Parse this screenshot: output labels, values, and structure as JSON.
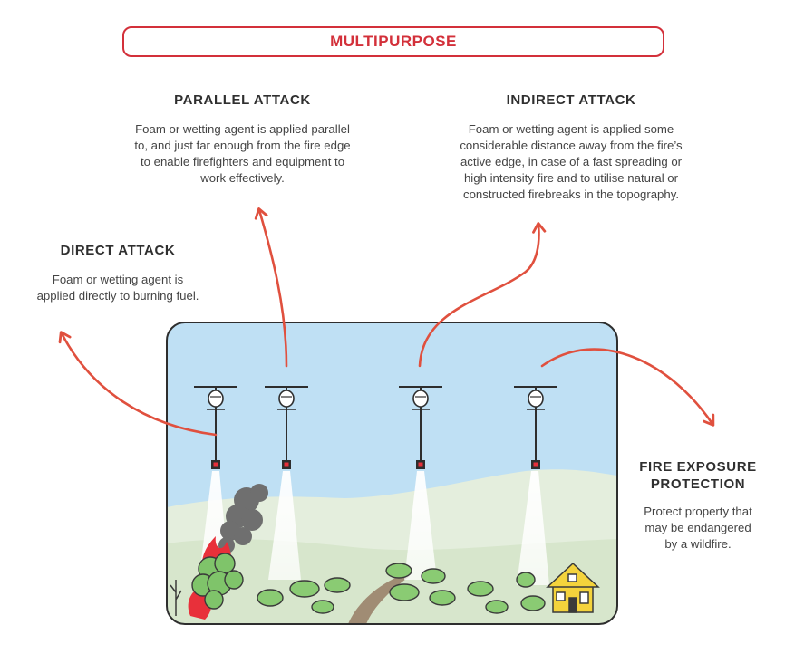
{
  "title": "MULTIPURPOSE",
  "sections": {
    "parallel": {
      "heading": "PARALLEL ATTACK",
      "lines": [
        "Foam or wetting agent is applied parallel",
        "to, and just far enough from the fire edge",
        "to enable firefighters and equipment to",
        "work effectively."
      ]
    },
    "indirect": {
      "heading": "INDIRECT ATTACK",
      "lines": [
        "Foam or wetting agent is applied some",
        "considerable distance away from the fire’s",
        "active edge, in case of a fast spreading or",
        "high intensity fire and to utilise natural or",
        "constructed firebreaks in the topography."
      ]
    },
    "direct": {
      "heading": "DIRECT ATTACK",
      "lines": [
        "Foam or wetting agent is",
        "applied directly to burning fuel."
      ]
    },
    "exposure": {
      "heading_lines": [
        "FIRE EXPOSURE",
        "PROTECTION"
      ],
      "lines": [
        "Protect property that",
        "may be endangered",
        "by a wildfire."
      ]
    }
  },
  "colors": {
    "accent": "#d3303a",
    "sky": "#bfe0f4",
    "hill_back": "#e3eedc",
    "hill_front": "#d6e6cc",
    "tree": "#7fc46a",
    "house": "#f4d33c",
    "smoke": "#6f6f6f",
    "flame": "#e8303a"
  },
  "icons": [
    "helicopter-icon",
    "house-icon",
    "fire-icon",
    "smoke-icon",
    "tree-icon",
    "arrow-icon"
  ]
}
